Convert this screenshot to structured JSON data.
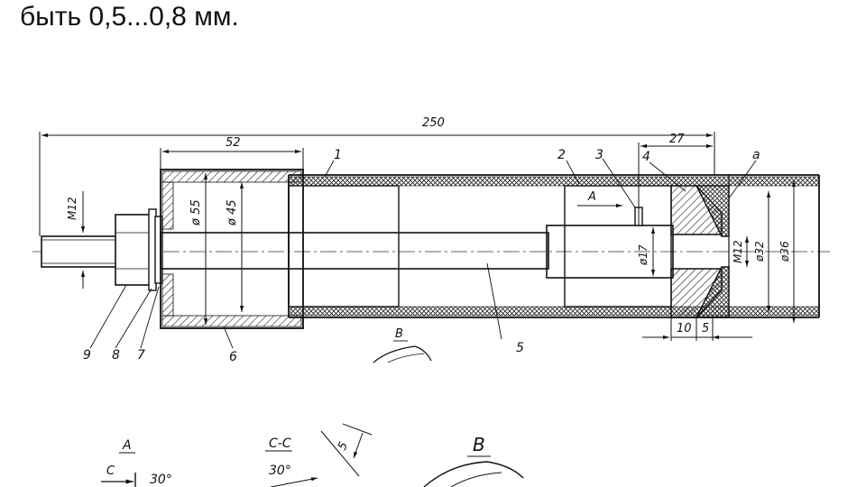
{
  "caption": "быть 0,5...0,8 мм.",
  "dims": {
    "overall": "250",
    "sleeve_len": "52",
    "end_len": "27",
    "d55": "ø 55",
    "d45": "ø 45",
    "d17": "ø17",
    "m12_left": "M12",
    "m12_right": "M12",
    "d32": "ø32",
    "d36": "ø36",
    "len10": "10",
    "len5": "5"
  },
  "callouts": {
    "p1": "1",
    "p2": "2",
    "p3": "3",
    "p4": "4",
    "pa": "a",
    "p5": "5",
    "p6": "6",
    "p7": "7",
    "p8": "8",
    "p9": "9"
  },
  "view_marks": {
    "arrow_a": "A",
    "b_top": "B",
    "a_title": "A",
    "c_mark": "C",
    "ang1": "30°",
    "cc_title": "C-C",
    "ang2": "30°",
    "small5": "5",
    "b_title": "B"
  }
}
